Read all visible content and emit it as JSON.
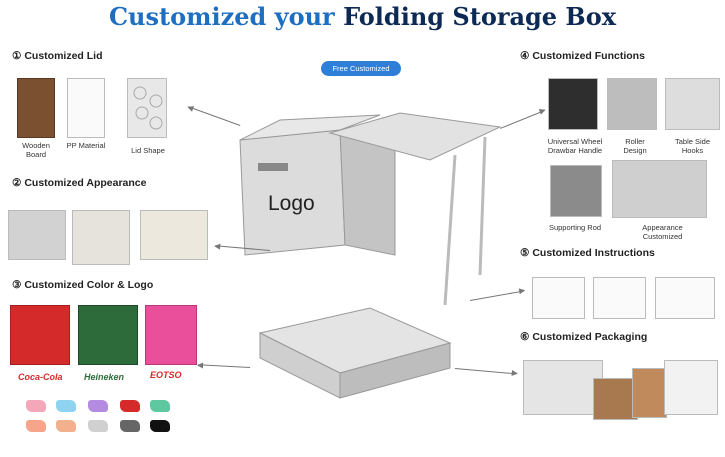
{
  "title": {
    "part1": "Customized your",
    "part2": "Folding Storage Box"
  },
  "badge": "Free Customized",
  "sections": {
    "lid": "①  Customized Lid",
    "appearance": "②  Customized Appearance",
    "color_logo": "③  Customized Color & Logo",
    "functions": "④  Customized Functions",
    "instructions": "⑤  Customized Instructions",
    "packaging": "⑥  Customized Packaging"
  },
  "lid_captions": [
    "Wooden Board",
    "PP Material",
    "Lid Shape"
  ],
  "function_captions": [
    "Universal Wheel Drawbar Handle",
    "Roller Design",
    "Table Side Hooks",
    "Supporting Rod",
    "Appearance Customized"
  ],
  "box_logo": "Logo",
  "brands": [
    "Coca-Cola",
    "Heineken",
    "EOTSO"
  ],
  "colors": {
    "wood": "#7a5030",
    "red": "#d42a2a",
    "green": "#2e6b3a",
    "pink": "#e94f9b",
    "grey": "#d9d9d9"
  }
}
